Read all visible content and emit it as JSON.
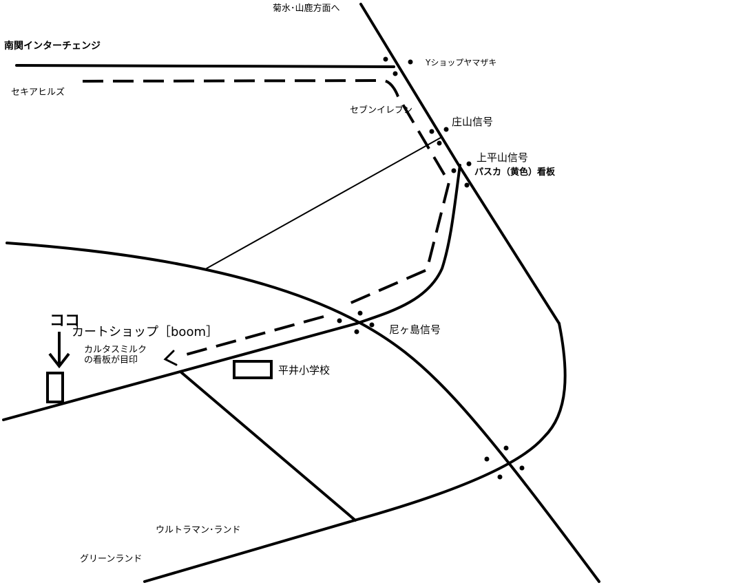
{
  "labels": {
    "kikusui": "菊水･山鹿方面へ",
    "nankan_ic": "南関インターチェンジ",
    "seki_hills": "セキアヒルズ",
    "y_shop": "Yショップヤマザキ",
    "seven_eleven": "セブンイレブン",
    "shoyama_signal": "庄山信号",
    "kamihirayama_signal": "上平山信号",
    "pasuka_sign": "パスカ（黄色）看板",
    "nigashima_signal": "尼ヶ島信号",
    "koko": "ココ",
    "kart_shop": "カートショップ［boom］",
    "karuta_line1": "カルタスミルク",
    "karuta_line2": "の看板が目印",
    "hirai_school": "平井小学校",
    "ultraman_land": "ウルトラマン･ランド",
    "green_land": "グリーンランド"
  },
  "colors": {
    "ink": "#000000",
    "background": "#ffffff"
  }
}
